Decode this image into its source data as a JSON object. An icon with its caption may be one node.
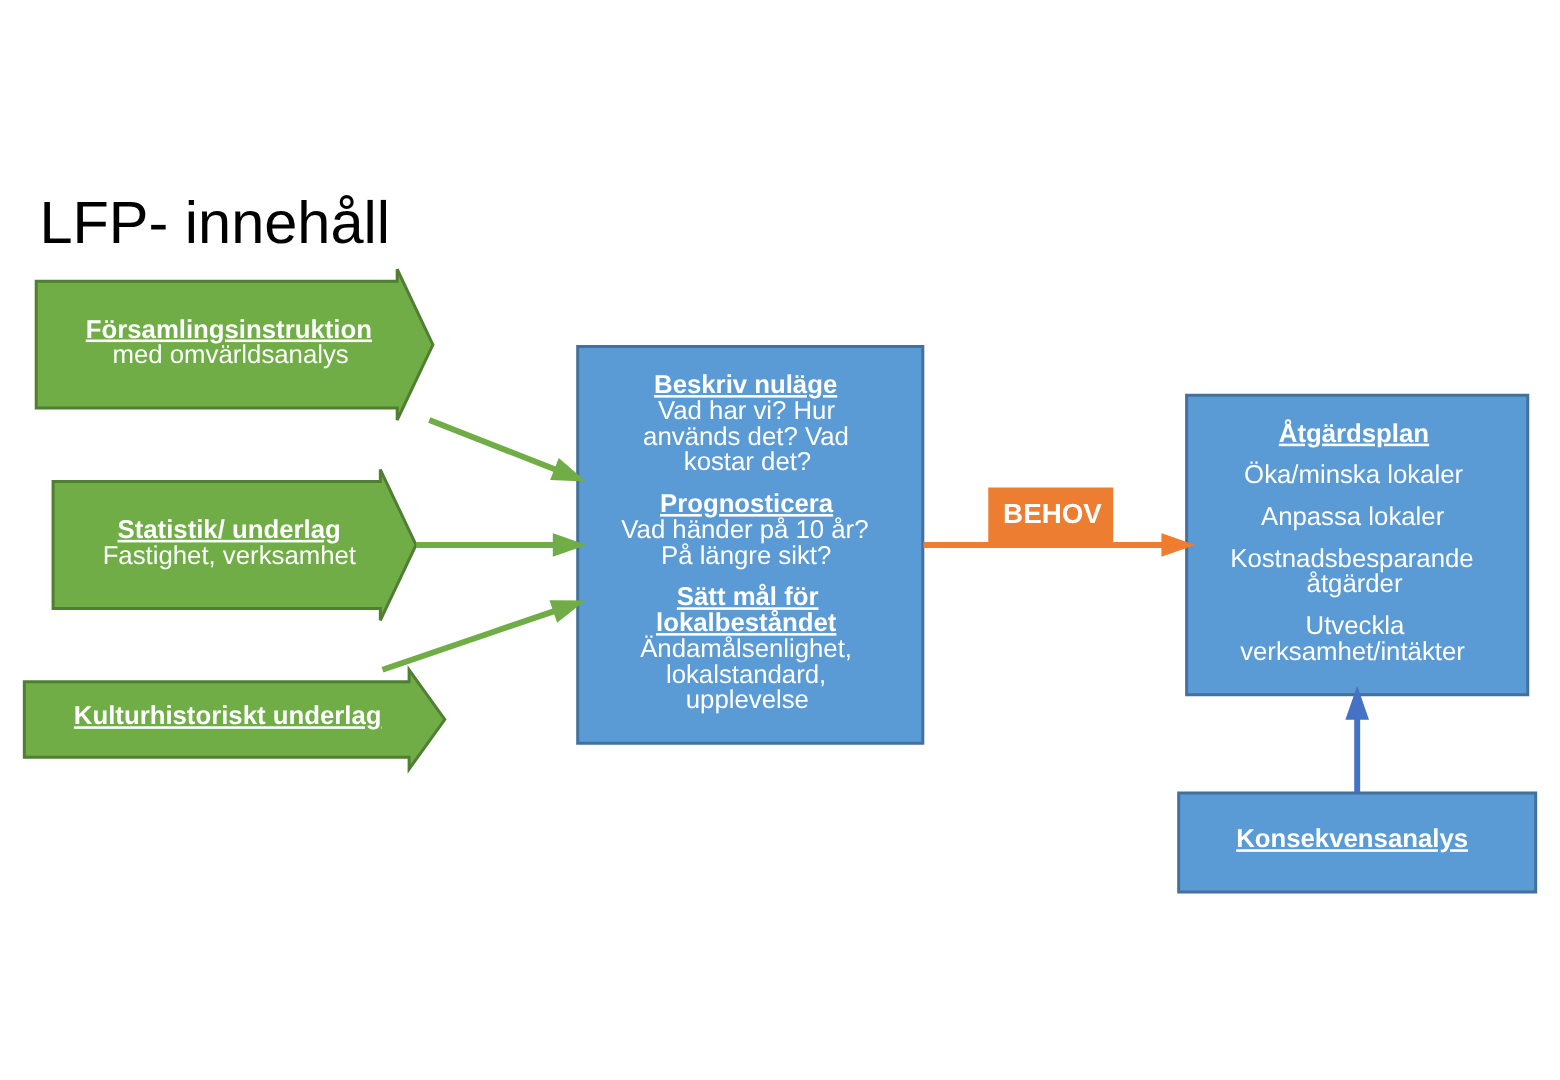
{
  "diagram": {
    "title": "LFP- innehåll",
    "nodes": [
      {
        "text": [
          "Församlingsinstruktion",
          "med omvärldsanalys"
        ]
      },
      {
        "text": [
          "Statistik/ underlag",
          "Fastighet, verksamhet"
        ]
      },
      {
        "text": [
          "Kulturhistoriskt underlag"
        ]
      },
      {
        "text": [
          "Beskriv nuläge",
          "Vad har vi? Hur används det? Vad kostar det?",
          "Prognosticera",
          "Vad händer på 10 år? På längre sikt?",
          "Sätt mål för lokalbeståndet",
          "Ändamålsenlighet, lokalstandard, upplevelse"
        ]
      },
      {
        "text": [
          "Åtgärdsplan",
          "Öka/minska lokaler",
          "Anpassa lokaler",
          "Kostnadsbesparande åtgärder",
          "Utveckla verksamhet/intäkter"
        ]
      },
      {
        "text": [
          "Konsekvensanalys"
        ]
      }
    ],
    "edges": [
      {
        "from": 0,
        "to": 3,
        "arrow": "to"
      },
      {
        "from": 1,
        "to": 3,
        "arrow": "to"
      },
      {
        "from": 2,
        "to": 3,
        "arrow": "to"
      },
      {
        "from": 3,
        "to": 4,
        "arrow": "to",
        "label": "BEHOV",
        "color": "#ed7d31"
      },
      {
        "from": 5,
        "to": 4,
        "arrow": "to",
        "color": "#4472c4"
      }
    ]
  }
}
